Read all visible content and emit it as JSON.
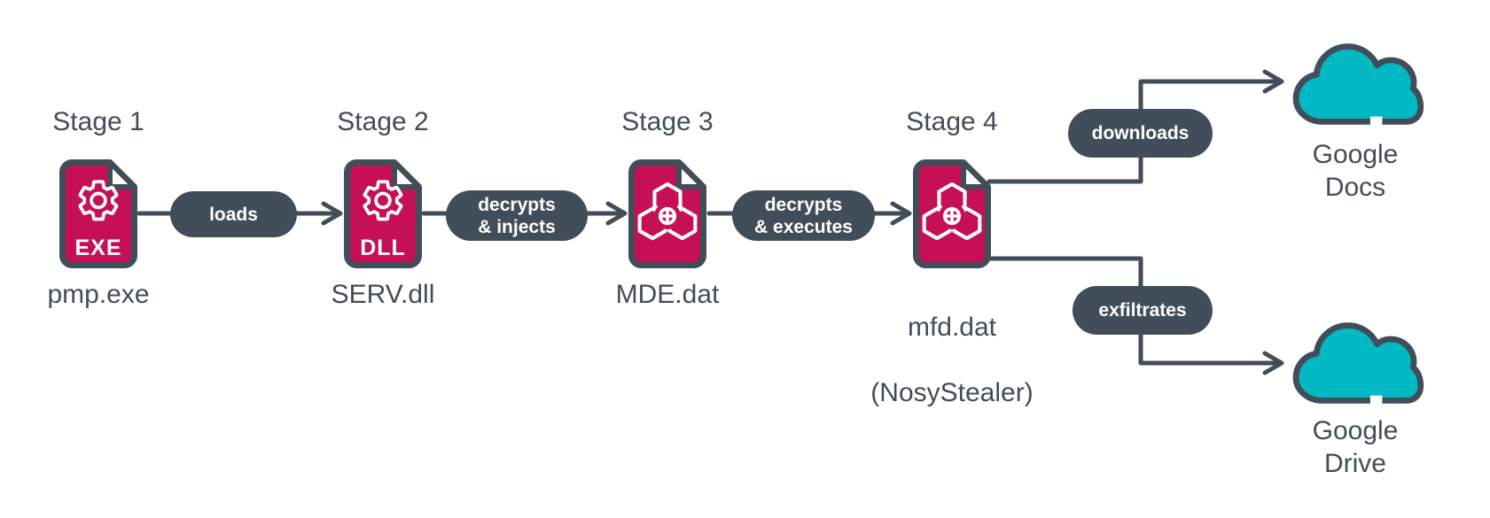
{
  "diagram": {
    "type": "malware-execution-chain-flow",
    "colors": {
      "slate": "#414d59",
      "crimson": "#c50f56",
      "teal": "#00b9c2",
      "label_text": "#414d59",
      "pill_text": "#ffffff",
      "background": "#ffffff"
    }
  },
  "stages": [
    {
      "title": "Stage 1",
      "filename": "pmp.exe",
      "badge": "EXE",
      "icon": "executable-file-icon"
    },
    {
      "title": "Stage 2",
      "filename": "SERV.dll",
      "badge": "DLL",
      "icon": "library-file-icon"
    },
    {
      "title": "Stage 3",
      "filename": "MDE.dat",
      "icon": "malware-file-icon"
    },
    {
      "title": "Stage 4",
      "filename": "mfd.dat",
      "sublabel": "(NosyStealer)",
      "icon": "malware-file-icon"
    }
  ],
  "connectors": [
    {
      "from": "pmp.exe",
      "to": "SERV.dll",
      "label": "loads"
    },
    {
      "from": "SERV.dll",
      "to": "MDE.dat",
      "label": "decrypts\n& injects"
    },
    {
      "from": "MDE.dat",
      "to": "mfd.dat",
      "label": "decrypts\n& executes"
    },
    {
      "from": "mfd.dat",
      "to": "Google Docs",
      "label": "downloads"
    },
    {
      "from": "mfd.dat",
      "to": "Google Drive",
      "label": "exfiltrates"
    }
  ],
  "destinations": [
    {
      "label": "Google\nDocs",
      "icon": "cloud-icon"
    },
    {
      "label": "Google\nDrive",
      "icon": "cloud-icon"
    }
  ]
}
